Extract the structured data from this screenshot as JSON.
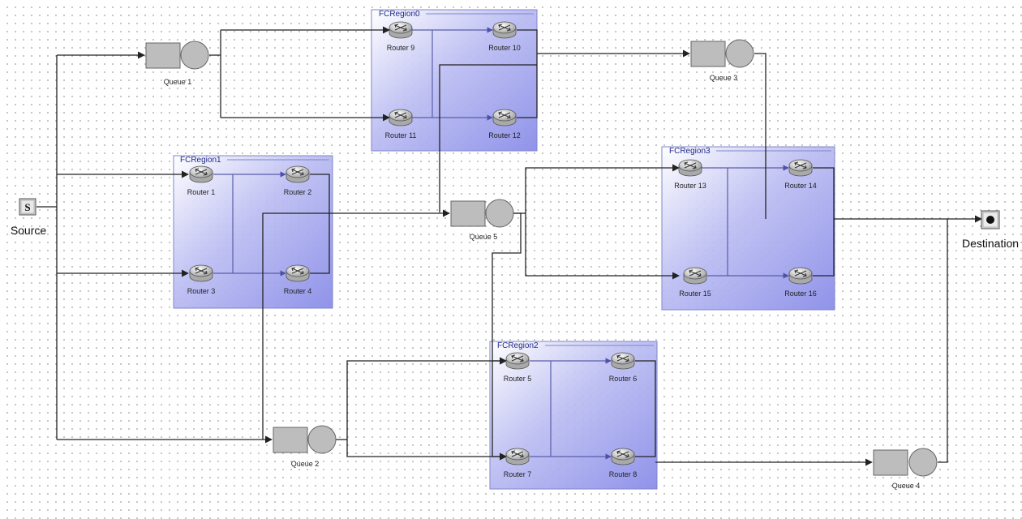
{
  "source": {
    "glyph": "S",
    "label": "Source"
  },
  "destination": {
    "label": "Destination"
  },
  "regions": [
    {
      "id": "r0",
      "title": "FCRegion0"
    },
    {
      "id": "r1",
      "title": "FCRegion1"
    },
    {
      "id": "r2",
      "title": "FCRegion2"
    },
    {
      "id": "r3",
      "title": "FCRegion3"
    }
  ],
  "queues": [
    {
      "id": "q1",
      "label": "Queue 1"
    },
    {
      "id": "q2",
      "label": "Queue 2"
    },
    {
      "id": "q3",
      "label": "Queue 3"
    },
    {
      "id": "q4",
      "label": "Queue 4"
    },
    {
      "id": "q5",
      "label": "Queue 5"
    }
  ],
  "routers": [
    {
      "id": "r9",
      "label": "Router 9"
    },
    {
      "id": "r10",
      "label": "Router 10"
    },
    {
      "id": "r11",
      "label": "Router 11"
    },
    {
      "id": "r12",
      "label": "Router 12"
    },
    {
      "id": "r1",
      "label": "Router 1"
    },
    {
      "id": "r2",
      "label": "Router 2"
    },
    {
      "id": "r3",
      "label": "Router 3"
    },
    {
      "id": "r4",
      "label": "Router 4"
    },
    {
      "id": "r5",
      "label": "Router 5"
    },
    {
      "id": "r6",
      "label": "Router 6"
    },
    {
      "id": "r7",
      "label": "Router 7"
    },
    {
      "id": "r8",
      "label": "Router 8"
    },
    {
      "id": "r13",
      "label": "Router 13"
    },
    {
      "id": "r14",
      "label": "Router 14"
    },
    {
      "id": "r15",
      "label": "Router 15"
    },
    {
      "id": "r16",
      "label": "Router 16"
    }
  ],
  "colors": {
    "region_fill": "#8c8fe6",
    "queue_fill": "#bdbdbd",
    "wire": "#222222"
  }
}
